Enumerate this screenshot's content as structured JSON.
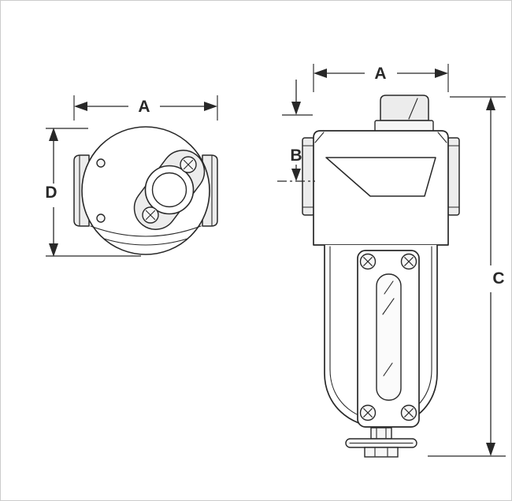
{
  "diagram": {
    "dimension_labels": {
      "top_view_width": "A",
      "top_view_depth": "D",
      "front_view_width": "A",
      "port_centerline_offset": "B",
      "front_view_height": "C"
    },
    "colors": {
      "line": "#282828",
      "fill_light": "#ececec",
      "background": "#ffffff",
      "border": "#cccccc"
    }
  }
}
